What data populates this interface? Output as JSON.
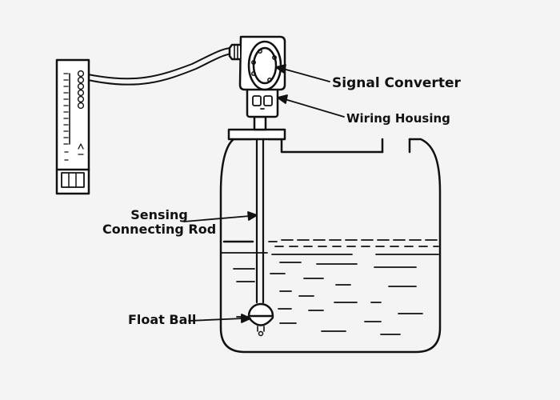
{
  "labels": {
    "signal_converter": "Signal Converter",
    "wiring_housing": "Wiring Housing",
    "sensing_line1": "Sensing",
    "sensing_line2": "Connecting Rod",
    "float_ball": "Float Ball"
  },
  "colors": {
    "ink": "#111111",
    "background": "#f4f4f4",
    "fill": "#ffffff"
  }
}
